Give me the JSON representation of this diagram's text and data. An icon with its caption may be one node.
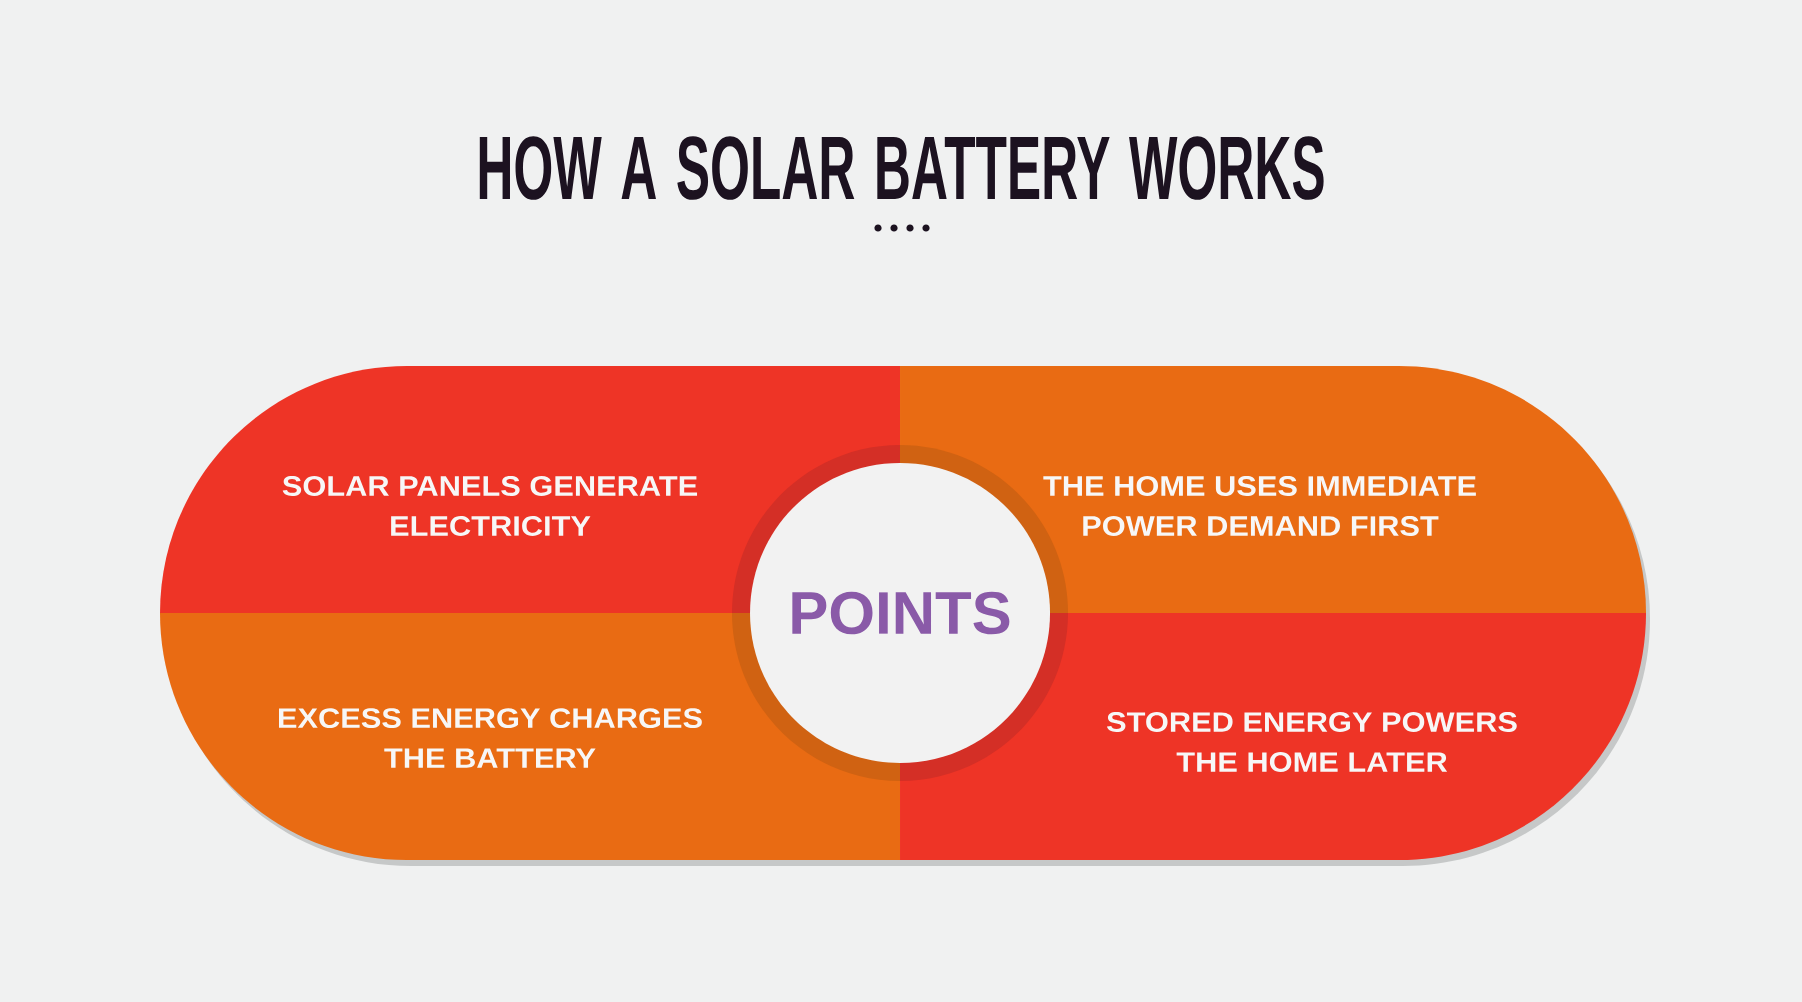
{
  "diagram": {
    "title": "HOW A SOLAR BATTERY WORKS",
    "nodes": [
      {
        "text": [
          "SOLAR PANELS GENERATE ELECTRICITY"
        ]
      },
      {
        "text": [
          "THE HOME USES IMMEDIATE POWER DEMAND FIRST"
        ]
      },
      {
        "text": [
          "EXCESS ENERGY CHARGES THE BATTERY"
        ]
      },
      {
        "text": [
          "STORED ENERGY POWERS THE HOME LATER"
        ]
      },
      {
        "text": [
          "POINTS"
        ]
      }
    ]
  }
}
